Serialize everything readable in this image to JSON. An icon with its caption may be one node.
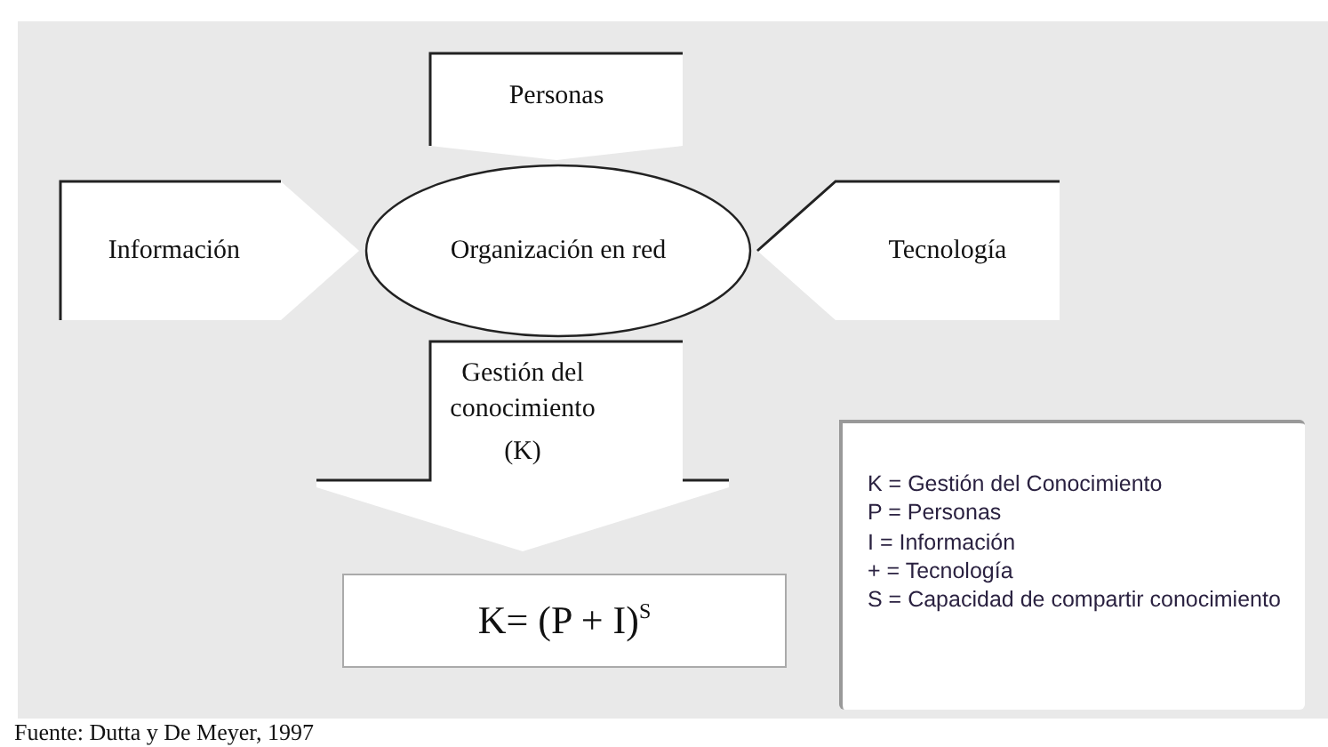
{
  "diagram": {
    "caption": "Fuente: Dutta y De Meyer, 1997",
    "nodes": [
      {
        "text": [
          "Personas"
        ]
      },
      {
        "text": [
          "Información"
        ]
      },
      {
        "text": [
          "Organización en red"
        ]
      },
      {
        "text": [
          "Tecnología"
        ]
      },
      {
        "text": [
          "Gestión del conocimiento",
          "(K)"
        ]
      },
      {
        "text": [
          "K= (P + I)$^{S}$"
        ]
      },
      {
        "text": [
          "K = Gestión del Conocimiento",
          "P = Personas",
          "I = Información",
          "+ = Tecnología",
          "S = Capacidad de compartir conocimiento"
        ]
      }
    ]
  }
}
